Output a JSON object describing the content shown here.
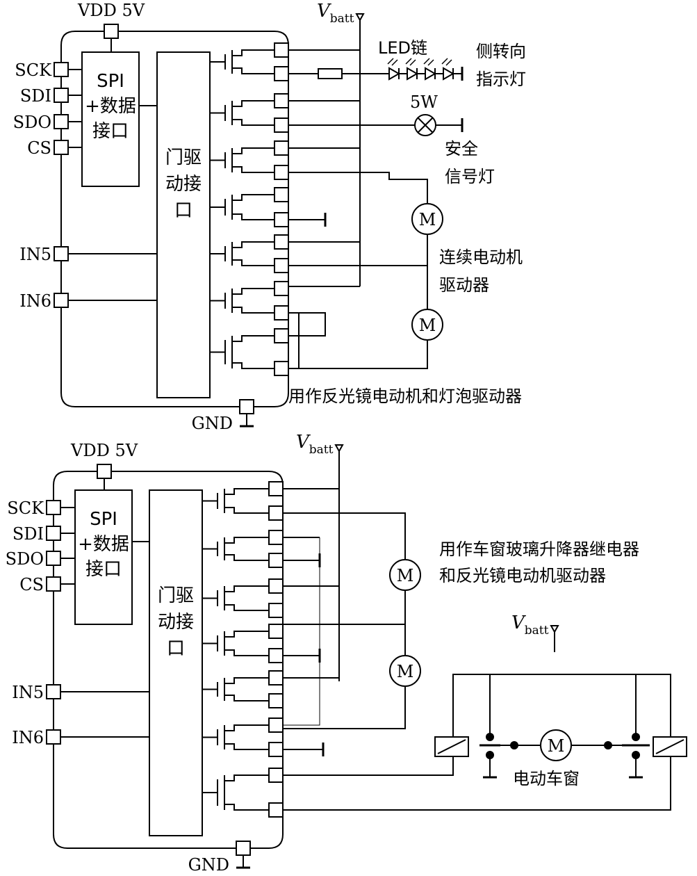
{
  "diagrams": [
    {
      "vdd": "VDD 5V",
      "gnd": "GND",
      "vbatt": {
        "main": "V",
        "sub": "batt"
      },
      "pins": [
        "SCK",
        "SDI",
        "SDO",
        "CS",
        "IN5",
        "IN6"
      ],
      "spi_block": [
        "SPI",
        "+数据",
        "接口"
      ],
      "gate_block": [
        "门驱",
        "动接",
        "口"
      ],
      "led_chain_label": "LED链",
      "turn_indicator_label": [
        "侧转向",
        "指示灯"
      ],
      "lamp_power_label": "5W",
      "safety_lamp_label": [
        "安全",
        "信号灯"
      ],
      "motor_glyph": "M",
      "continuous_motor_label": [
        "连续电动机",
        "驱动器"
      ],
      "caption": "用作反光镜电动机和灯泡驱动器"
    },
    {
      "vdd": "VDD 5V",
      "gnd": "GND",
      "vbatt": {
        "main": "V",
        "sub": "batt"
      },
      "pins": [
        "SCK",
        "SDI",
        "SDO",
        "CS",
        "IN5",
        "IN6"
      ],
      "spi_block": [
        "SPI",
        "+数据",
        "接口"
      ],
      "gate_block": [
        "门驱",
        "动接",
        "口"
      ],
      "motor_glyph": "M",
      "caption": [
        "用作车窗玻璃升降器继电器",
        "和反光镜电动机驱动器"
      ],
      "window_vbatt": {
        "main": "V",
        "sub": "batt"
      },
      "window_label": "电动车窗"
    }
  ]
}
